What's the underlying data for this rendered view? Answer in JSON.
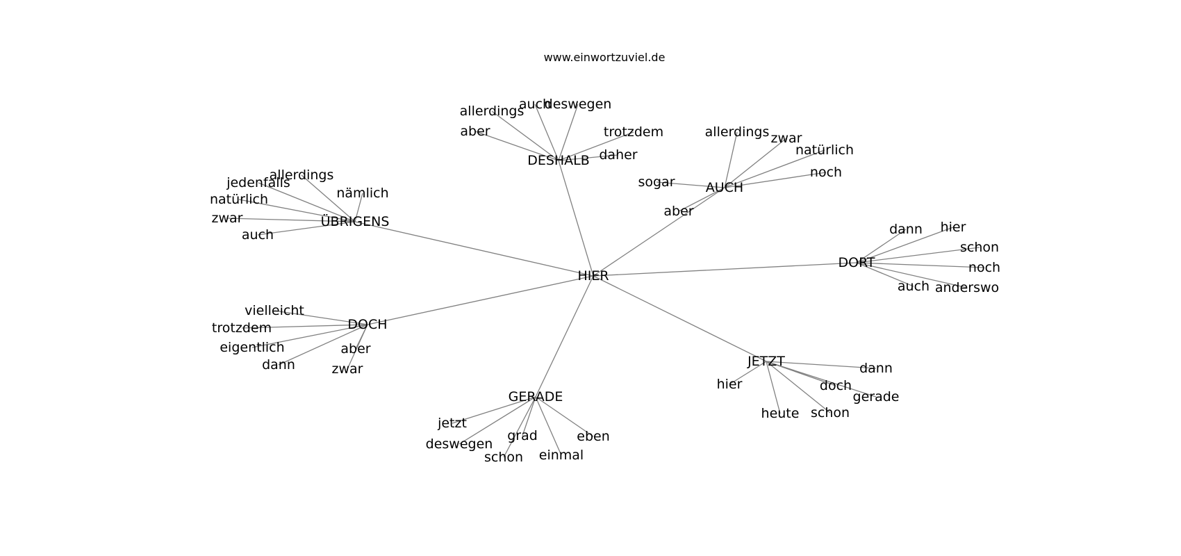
{
  "site_title": "www.einwortzuviel.de",
  "colors": {
    "edge": "#808080",
    "text": "#000000",
    "background": "#ffffff"
  },
  "graph": {
    "root": "HIER",
    "hubs": [
      {
        "id": "DESHALB",
        "label": "DESHALB",
        "leaves": [
          "allerdings",
          "auch",
          "deswegen",
          "aber",
          "trotzdem",
          "daher"
        ]
      },
      {
        "id": "AUCH",
        "label": "AUCH",
        "leaves": [
          "allerdings",
          "zwar",
          "natürlich",
          "sogar",
          "noch",
          "aber"
        ]
      },
      {
        "id": "UBRIGENS",
        "label": "ÜBRIGENS",
        "leaves": [
          "allerdings",
          "jedenfalls",
          "nämlich",
          "natürlich",
          "zwar",
          "auch"
        ]
      },
      {
        "id": "DORT",
        "label": "DORT",
        "leaves": [
          "dann",
          "hier",
          "schon",
          "noch",
          "auch",
          "anderswo"
        ]
      },
      {
        "id": "DOCH",
        "label": "DOCH",
        "leaves": [
          "vielleicht",
          "trotzdem",
          "eigentlich",
          "aber",
          "dann",
          "zwar"
        ]
      },
      {
        "id": "JETZT",
        "label": "JETZT",
        "leaves": [
          "dann",
          "hier",
          "doch",
          "gerade",
          "heute",
          "schon"
        ]
      },
      {
        "id": "GERADE",
        "label": "GERADE",
        "leaves": [
          "jetzt",
          "grad",
          "eben",
          "deswegen",
          "schon",
          "einmal"
        ]
      }
    ]
  }
}
